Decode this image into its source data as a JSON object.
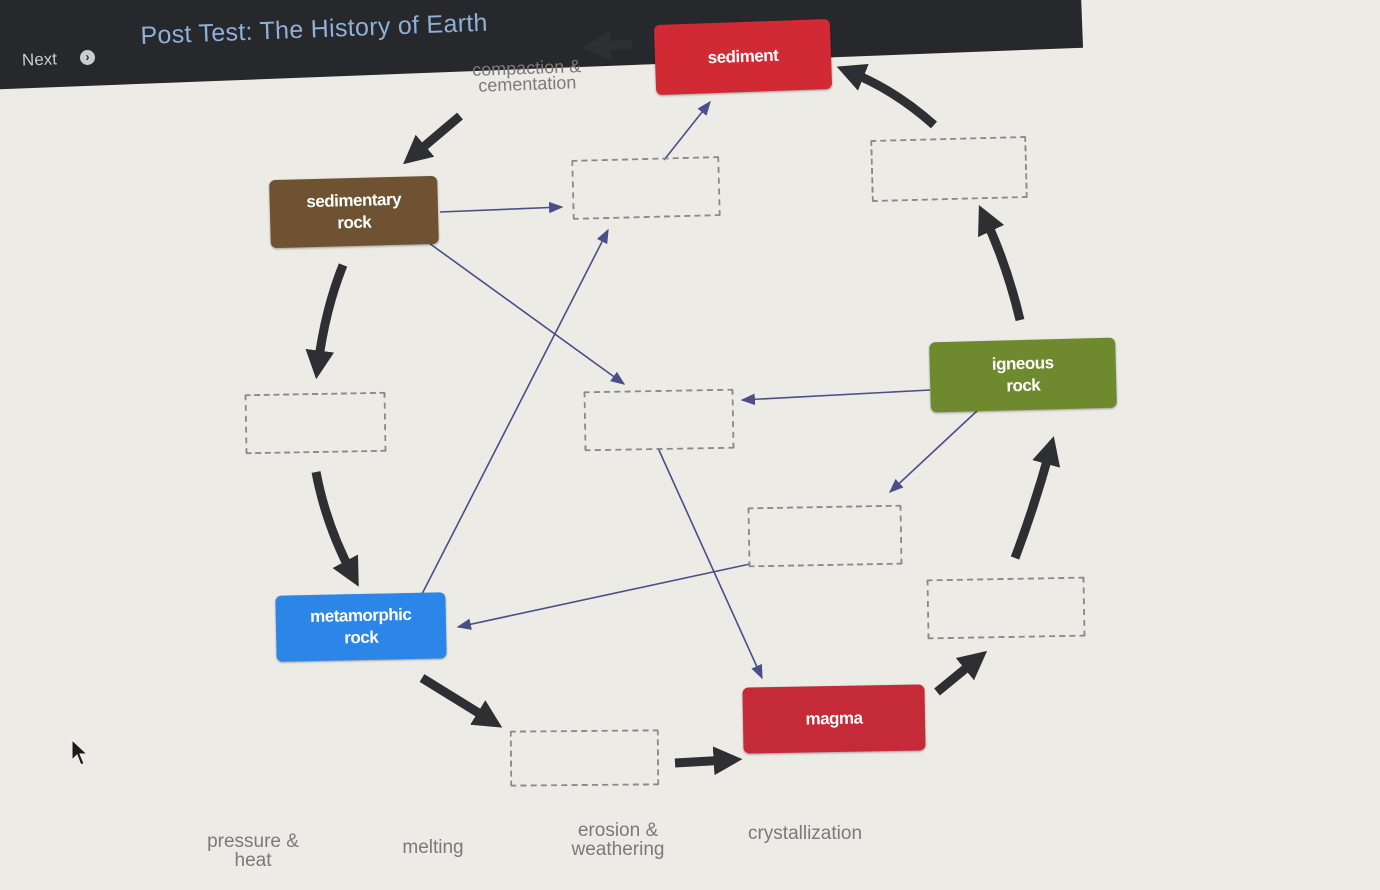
{
  "header": {
    "next_label": "Next",
    "title": "Post Test: The History of Earth"
  },
  "nodes": {
    "sediment": "sediment",
    "sedimentary_rock": "sedimentary rock",
    "igneous_rock": "igneous rock",
    "metamorphic_rock": "metamorphic rock",
    "magma": "magma"
  },
  "process_label": "compaction & cementation",
  "answer_choices": [
    "pressure & heat",
    "melting",
    "erosion & weathering",
    "crystallization"
  ],
  "colors": {
    "sediment": "#d12a34",
    "sedimentary_rock": "#6e5232",
    "igneous_rock": "#6f8a2e",
    "metamorphic_rock": "#2b86e8",
    "magma": "#c42a38",
    "header": "#26282b"
  }
}
